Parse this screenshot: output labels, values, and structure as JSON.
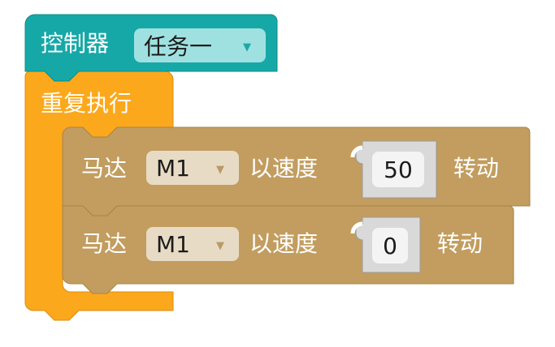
{
  "controller": {
    "label": "控制器",
    "task_value": "任务一"
  },
  "repeat": {
    "label": "重复执行"
  },
  "motor_blocks": [
    {
      "prefix": "马达",
      "motor": "M1",
      "speed_label": "以速度",
      "speed": "50",
      "suffix": "转动"
    },
    {
      "prefix": "马达",
      "motor": "M1",
      "speed_label": "以速度",
      "speed": "0",
      "suffix": "转动"
    }
  ],
  "icons": {
    "dropdown": "chevron-down-icon"
  },
  "colors": {
    "controller_block": "#16a8a7",
    "repeat_block": "#fca81c",
    "motor_block": "#c29d5f",
    "task_field": "#9fe1e0",
    "motor_field": "#e8dbc5"
  }
}
